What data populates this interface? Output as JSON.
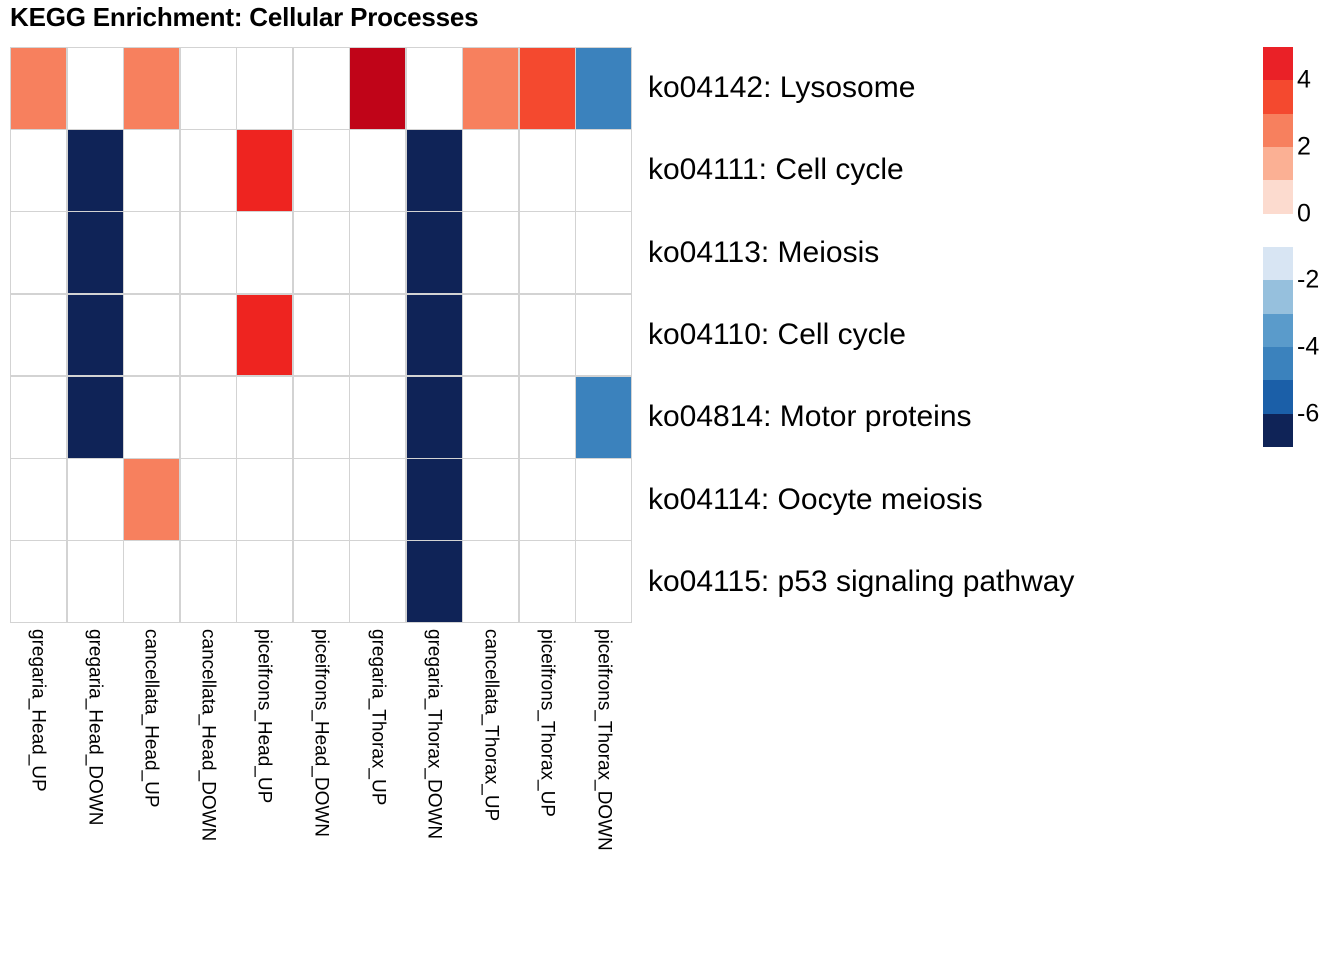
{
  "title": "KEGG Enrichment: Cellular Processes",
  "chart_data": {
    "type": "heatmap",
    "title": "KEGG Enrichment: Cellular Processes",
    "xlabel": "",
    "ylabel": "",
    "grid": true,
    "legend_position": "right",
    "columns": [
      "gregaria_Head_UP",
      "gregaria_Head_DOWN",
      "cancellata_Head_UP",
      "cancellata_Head_DOWN",
      "piceifrons_Head_UP",
      "piceifrons_Head_DOWN",
      "gregaria_Thorax_UP",
      "gregaria_Thorax_DOWN",
      "cancellata_Thorax_UP",
      "piceifrons_Thorax_UP",
      "piceifrons_Thorax_DOWN"
    ],
    "rows": [
      "ko04142: Lysosome",
      "ko04111: Cell cycle",
      "ko04113: Meiosis",
      "ko04110: Cell cycle",
      "ko04814: Motor proteins",
      "ko04114: Oocyte meiosis",
      "ko04115: p53 signaling pathway"
    ],
    "zlim": [
      -7,
      5
    ],
    "values": [
      [
        2.4,
        0,
        2.4,
        0,
        0,
        0,
        5.0,
        0,
        2.4,
        3.6,
        -3.6
      ],
      [
        0,
        -6.5,
        0,
        0,
        4.2,
        0,
        0,
        -6.5,
        0,
        0,
        0
      ],
      [
        0,
        -6.5,
        0,
        0,
        0,
        0,
        0,
        -6.5,
        0,
        0,
        0
      ],
      [
        0,
        -6.5,
        0,
        0,
        4.2,
        0,
        0,
        -6.5,
        0,
        0,
        0
      ],
      [
        0,
        -6.5,
        0,
        0,
        0,
        0,
        0,
        -6.5,
        0,
        0,
        -3.6
      ],
      [
        0,
        0,
        2.4,
        0,
        0,
        0,
        0,
        -6.5,
        0,
        0,
        0
      ],
      [
        0,
        0,
        0,
        0,
        0,
        0,
        0,
        -6.5,
        0,
        0,
        0
      ]
    ],
    "cell_colors": [
      [
        "#f7805e",
        "#ffffff",
        "#f7805e",
        "#ffffff",
        "#ffffff",
        "#ffffff",
        "#c00418",
        "#ffffff",
        "#f7805e",
        "#f4492f",
        "#3b82bd"
      ],
      [
        "#ffffff",
        "#0f2357",
        "#ffffff",
        "#ffffff",
        "#ee2420",
        "#ffffff",
        "#ffffff",
        "#0f2357",
        "#ffffff",
        "#ffffff",
        "#ffffff"
      ],
      [
        "#ffffff",
        "#0f2357",
        "#ffffff",
        "#ffffff",
        "#ffffff",
        "#ffffff",
        "#ffffff",
        "#0f2357",
        "#ffffff",
        "#ffffff",
        "#ffffff"
      ],
      [
        "#ffffff",
        "#0f2357",
        "#ffffff",
        "#ffffff",
        "#ee2420",
        "#ffffff",
        "#ffffff",
        "#0f2357",
        "#ffffff",
        "#ffffff",
        "#ffffff"
      ],
      [
        "#ffffff",
        "#0f2357",
        "#ffffff",
        "#ffffff",
        "#ffffff",
        "#ffffff",
        "#ffffff",
        "#0f2357",
        "#ffffff",
        "#ffffff",
        "#3b82bd"
      ],
      [
        "#ffffff",
        "#ffffff",
        "#f7805e",
        "#ffffff",
        "#ffffff",
        "#ffffff",
        "#ffffff",
        "#0f2357",
        "#ffffff",
        "#ffffff",
        "#ffffff"
      ],
      [
        "#ffffff",
        "#ffffff",
        "#ffffff",
        "#ffffff",
        "#ffffff",
        "#ffffff",
        "#ffffff",
        "#0f2357",
        "#ffffff",
        "#ffffff",
        "#ffffff"
      ]
    ],
    "legend": {
      "tick_labels": [
        "4",
        "2",
        "0",
        "-2",
        "-4",
        "-6"
      ],
      "tick_values": [
        4,
        2,
        0,
        -2,
        -4,
        -6
      ],
      "swatch_colors": [
        "#ea2127",
        "#f4492f",
        "#f7805e",
        "#fbb094",
        "#fcdbcf",
        "#ffffff",
        "#d8e5f3",
        "#96c0dd",
        "#5a9bcb",
        "#3b82bd",
        "#1b5fa8",
        "#0f2357"
      ]
    }
  }
}
